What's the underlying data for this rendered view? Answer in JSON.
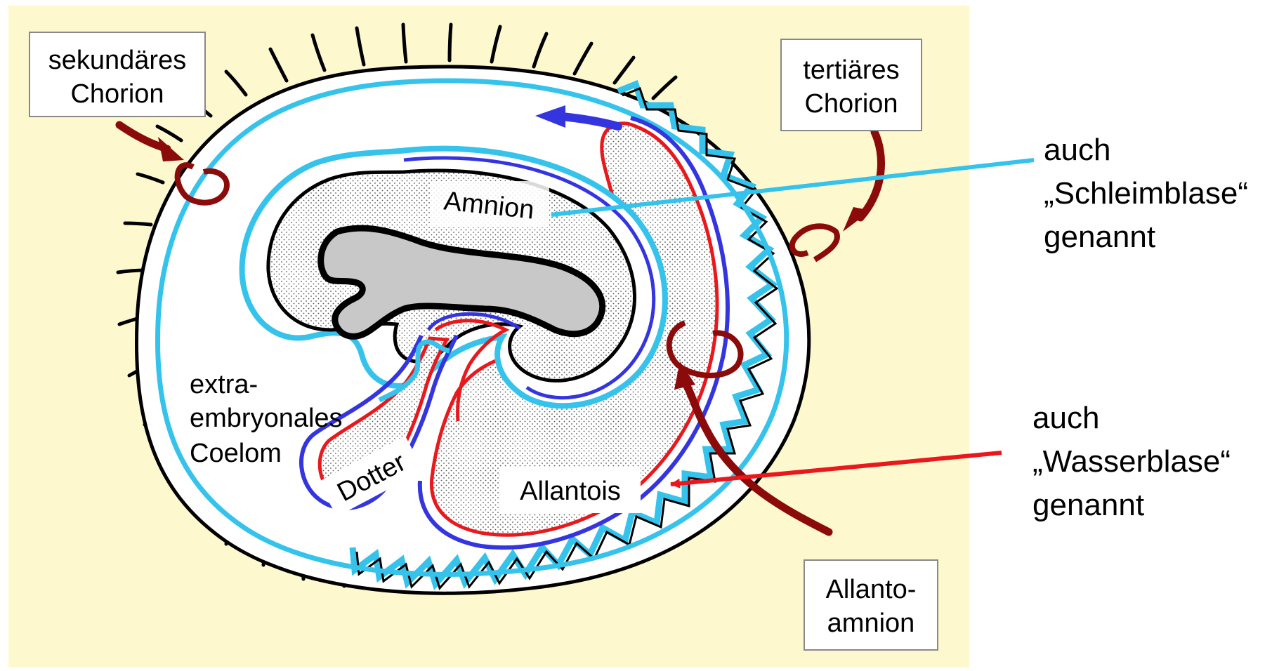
{
  "colors": {
    "panel_background": "#fdf8cd",
    "chorion_line": "#35c3ec",
    "amnion_blue": "#3535e0",
    "allantois_red": "#e8181c",
    "pointer_arrow": "#8b0a0a",
    "outline": "#000000",
    "embryo_fill": "#c8c8c8",
    "label_box_fill": "#ffffff"
  },
  "labels": {
    "sek_chorion": [
      "sekundäres",
      "Chorion"
    ],
    "tert_chorion": [
      "tertiäres",
      "Chorion"
    ],
    "amnion": "Amnion",
    "coelom": [
      "extra-",
      "embryonales",
      "Coelom"
    ],
    "dotter": "Dotter",
    "allantois": "Allantois",
    "allantoamnion": [
      "Allanto-",
      "amnion"
    ]
  },
  "annotations": {
    "schleimblase": [
      "auch",
      "„Schleimblase“",
      "genannt"
    ],
    "wasserblase": [
      "auch",
      "„Wasserblase“",
      "genannt"
    ]
  }
}
